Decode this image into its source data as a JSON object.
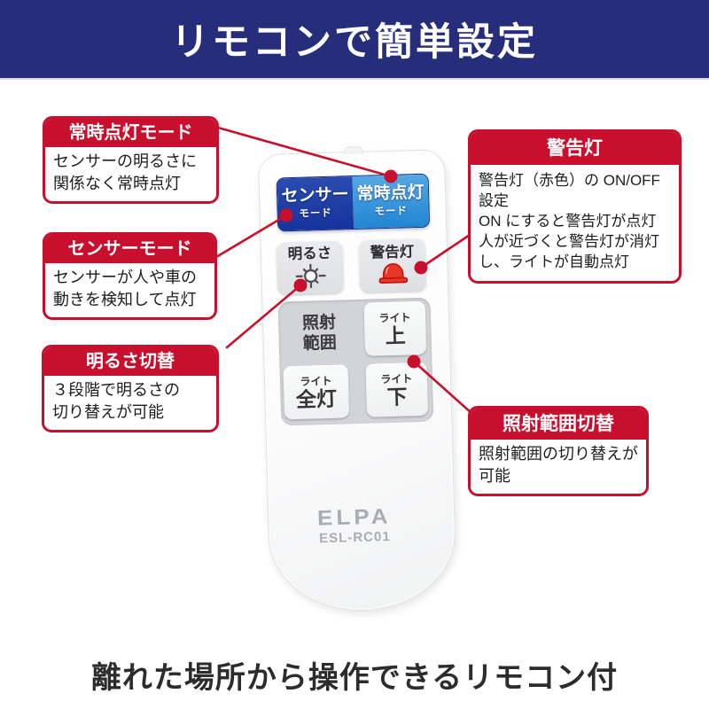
{
  "banner": {
    "title": "リモコンで簡単設定"
  },
  "callouts": {
    "always_on_mode": {
      "title": "常時点灯モード",
      "body": "センサーの明るさに\n関係なく常時点灯"
    },
    "sensor_mode": {
      "title": "センサーモード",
      "body": "センサーが人や車の\n動きを検知して点灯"
    },
    "brightness_switch": {
      "title": "明るさ切替",
      "body": "３段階で明るさの\n切り替えが可能"
    },
    "warning_light": {
      "title": "警告灯",
      "body": "警告灯（赤色）の ON/OFF\n設定\nON にすると警告灯が点灯\n人が近づくと警告灯が消灯\nし、ライトが自動点灯"
    },
    "beam_range_switch": {
      "title": "照射範囲切替",
      "body": "照射範囲の切り替えが\n可能"
    }
  },
  "remote": {
    "brand": "ELPA",
    "model": "ESL-RC01",
    "buttons": {
      "sensor_mode": {
        "label": "センサー",
        "sublabel": "モード"
      },
      "always_on_mode": {
        "label": "常時点灯",
        "sublabel": "モード"
      },
      "brightness": {
        "label": "明るさ",
        "icon": "sun-icon"
      },
      "warning_light": {
        "label": "警告灯",
        "icon": "siren-icon"
      },
      "beam_range": {
        "label": "照射\n範囲"
      },
      "light_up": {
        "label": "ライト",
        "sublabel": "上"
      },
      "light_all": {
        "label": "ライト",
        "sublabel": "全灯"
      },
      "light_down": {
        "label": "ライト",
        "sublabel": "下"
      }
    }
  },
  "footer": {
    "caption": "離れた場所から操作できるリモコン付"
  },
  "colors": {
    "accent_red": "#c8102e",
    "banner_navy": "#262d7b",
    "sensor_blue": "#16339b",
    "always_on_blue": "#2285d2"
  }
}
